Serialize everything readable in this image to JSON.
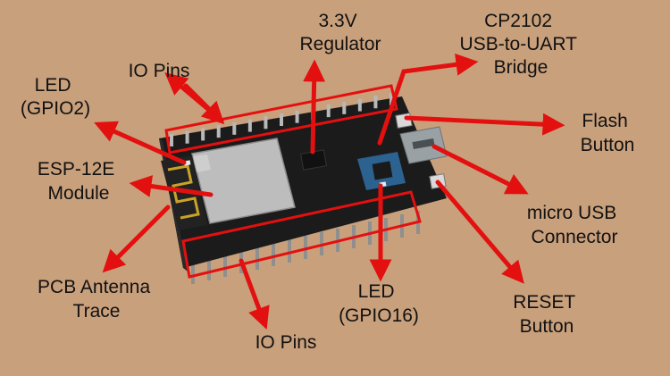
{
  "labels": {
    "regulator": [
      "3.3V",
      "Regulator"
    ],
    "bridge": [
      "CP2102",
      "USB-to-UART",
      "Bridge"
    ],
    "io_top": [
      "IO Pins"
    ],
    "led2": [
      "LED",
      "(GPIO2)"
    ],
    "flash": [
      "Flash",
      "Button"
    ],
    "esp": [
      "ESP-12E",
      "Module"
    ],
    "usb": [
      "micro USB",
      "Connector"
    ],
    "antenna": [
      "PCB Antenna",
      "Trace"
    ],
    "reset": [
      "RESET",
      "Button"
    ],
    "led16": [
      "LED",
      "(GPIO16)"
    ],
    "io_bottom": [
      "IO Pins"
    ]
  },
  "colors": {
    "background": "#c9a07c",
    "arrow": "#e31010",
    "pcb": "#1b1b1b",
    "module": "#bdbdbd",
    "chip": "#111111",
    "usb": "#9aa1a5",
    "cp2102_region": "#2f6fa5"
  },
  "icons": {
    "arrows": "red-arrow-icon",
    "board": "nodemcu-board-icon"
  }
}
